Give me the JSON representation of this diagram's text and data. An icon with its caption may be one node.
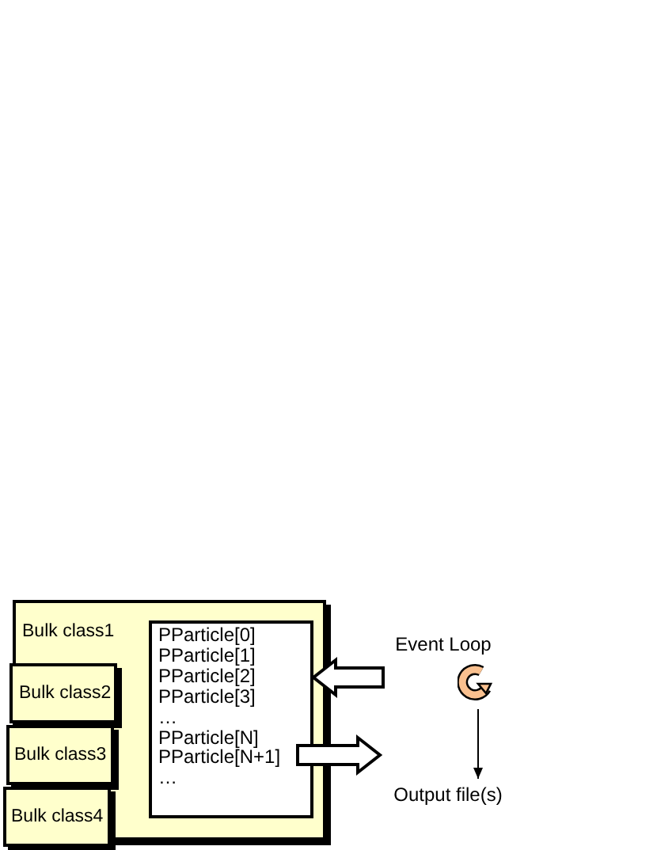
{
  "diagram": {
    "nodes": [
      {
        "text": [
          "Bulk class1"
        ]
      },
      {
        "text": [
          "Bulk class2"
        ],
        "in": 0
      },
      {
        "text": [
          "Bulk class3"
        ],
        "in": 0
      },
      {
        "text": [
          "Bulk class4"
        ],
        "in": 0
      },
      {
        "text": [
          "PParticle[0]",
          "PParticle[1]",
          "PParticle[2]",
          "PParticle[3]",
          "…",
          "PParticle[N]",
          "PParticle[N+1]",
          "…"
        ],
        "in": 0
      },
      {
        "text": [
          "Event Loop"
        ]
      },
      {
        "text": [
          "Output file(s)"
        ]
      }
    ],
    "edges": [
      {
        "from": 5,
        "to": 4,
        "arrow": "to",
        "style": "thick"
      },
      {
        "from": 4,
        "to": 5,
        "arrow": "to",
        "style": "thick"
      },
      {
        "from": 5,
        "to": 6,
        "arrow": "to"
      }
    ]
  }
}
